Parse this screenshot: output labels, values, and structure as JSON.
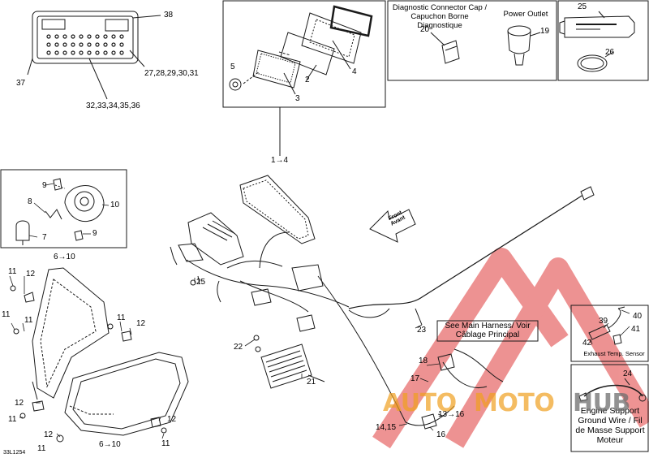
{
  "diagram": {
    "code": "33L1254",
    "boxes": {
      "diagnostic_caption": "Diagnostic Connector Cap / Capuchon Borne Diagnostique",
      "power_outlet": "Power Outlet",
      "exhaust_sensor": "Exhaust Temp. Sensor",
      "engine_support": "Engine Support Ground Wire / Fil de Masse Support Moteur",
      "main_harness_note": "See Main Harness/ Voir Câblage Principal",
      "front_arrow": "Front Avant"
    },
    "callouts": {
      "c38": "38",
      "c37": "37",
      "c27": "27,28,29,30,31",
      "c32": "32,33,34,35,36",
      "c5": "5",
      "c2": "2",
      "c3": "3",
      "c4": "4",
      "c20": "20",
      "c19": "19",
      "c25": "25",
      "c26": "26",
      "c1to4": "1→4",
      "c9a": "9",
      "c10": "10",
      "c8": "8",
      "c7": "7",
      "c9b": "9",
      "c6to10a": "6→10",
      "c11a": "11",
      "c12a": "12",
      "c11b": "11",
      "c11c": "11",
      "c12b": "12",
      "c12c": "12",
      "c11d": "11",
      "c12d": "12",
      "c11e": "11",
      "c6to10b": "6→10",
      "c12e": "12",
      "c11f": "11",
      "c25b": "25",
      "c22": "22",
      "c21": "21",
      "c23": "23",
      "c18": "18",
      "c17": "17",
      "c13to16": "13→16",
      "c14": "14,15",
      "c16": "16",
      "c39": "39",
      "c40": "40",
      "c41": "41",
      "c42": "42",
      "c24": "24"
    },
    "watermark": {
      "part1": "AUTO",
      "part2": "MOTO",
      "part3": "HUB"
    },
    "colors": {
      "watermark_red": "#e03a3a",
      "watermark_orange": "#f0a020",
      "watermark_gray": "#6e6e6e",
      "line": "#1a1a1a"
    }
  }
}
